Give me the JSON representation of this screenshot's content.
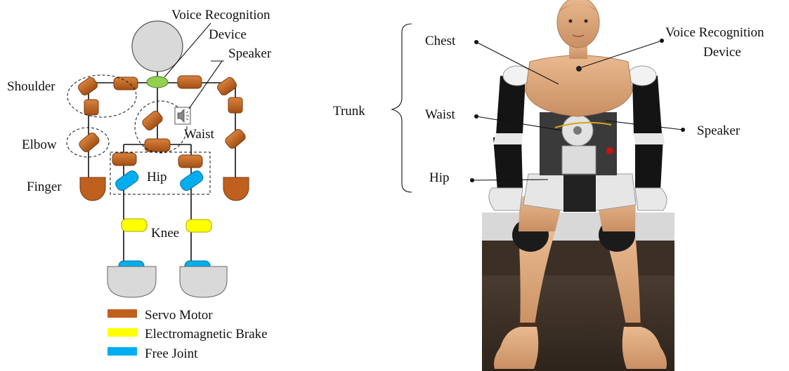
{
  "schematic": {
    "labels": {
      "voice_recognition": "Voice Recognition",
      "device": "Device",
      "speaker": "Speaker",
      "shoulder": "Shoulder",
      "elbow": "Elbow",
      "waist": "Waist",
      "finger": "Finger",
      "hip": "Hip",
      "knee": "Knee"
    },
    "legend": [
      {
        "label": "Servo Motor",
        "color": "#c0601e"
      },
      {
        "label": "Electromagnetic Brake",
        "color": "#ffff00"
      },
      {
        "label": "Free Joint",
        "color": "#00aeef"
      }
    ],
    "colors": {
      "servo_motor": "#c0601e",
      "electromagnetic_brake": "#ffff00",
      "free_joint": "#00aeef",
      "voice_device": "#92d050",
      "head_and_feet": "#d9d9d9"
    },
    "icons": [
      "speaker-icon"
    ]
  },
  "photo": {
    "labels": {
      "chest": "Chest",
      "voice_recognition": "Voice Recognition",
      "device": "Device",
      "trunk": "Trunk",
      "waist": "Waist",
      "speaker": "Speaker",
      "hip": "Hip"
    }
  }
}
